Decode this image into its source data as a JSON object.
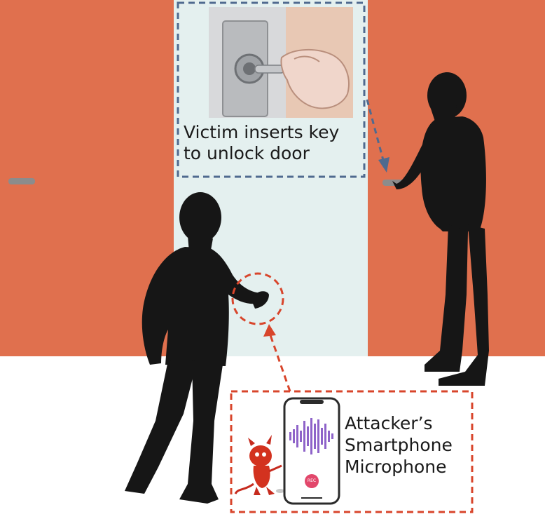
{
  "victim_callout": {
    "line1": "Victim inserts key",
    "line2": "to unlock door"
  },
  "attacker_callout": {
    "line1": "Attacker’s",
    "line2": "Smartphone",
    "line3": "Microphone"
  },
  "phone": {
    "record_label": "REC"
  },
  "colors": {
    "door": "#e0704e",
    "wall": "#e4f0ef",
    "victim_box_border": "#4f6a8f",
    "attacker_box_border": "#d8452b",
    "waveform": "#8e63c9",
    "record_button": "#e2476b",
    "silhouette": "#161616"
  }
}
